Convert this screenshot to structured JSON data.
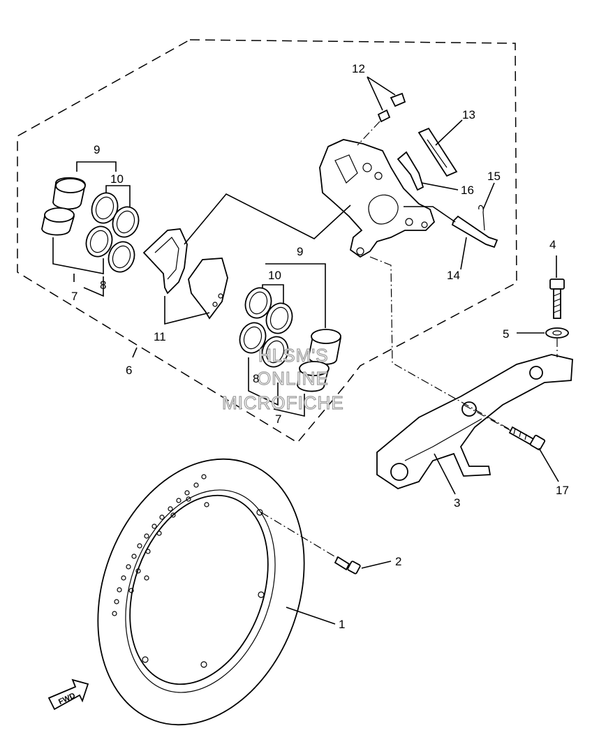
{
  "diagram": {
    "callouts": {
      "c1": "1",
      "c2": "2",
      "c3": "3",
      "c4": "4",
      "c5": "5",
      "c6": "6",
      "c7a": "7",
      "c7b": "7",
      "c8a": "8",
      "c8b": "8",
      "c9a": "9",
      "c9b": "9",
      "c10a": "10",
      "c10b": "10",
      "c11": "11",
      "c12": "12",
      "c13": "13",
      "c14": "14",
      "c15": "15",
      "c16": "16",
      "c17": "17"
    },
    "watermark": {
      "line1": "HLSM'S",
      "line2": "ONLINE",
      "line3": "MICROFICHE"
    },
    "fwd_badge": "FWD"
  }
}
